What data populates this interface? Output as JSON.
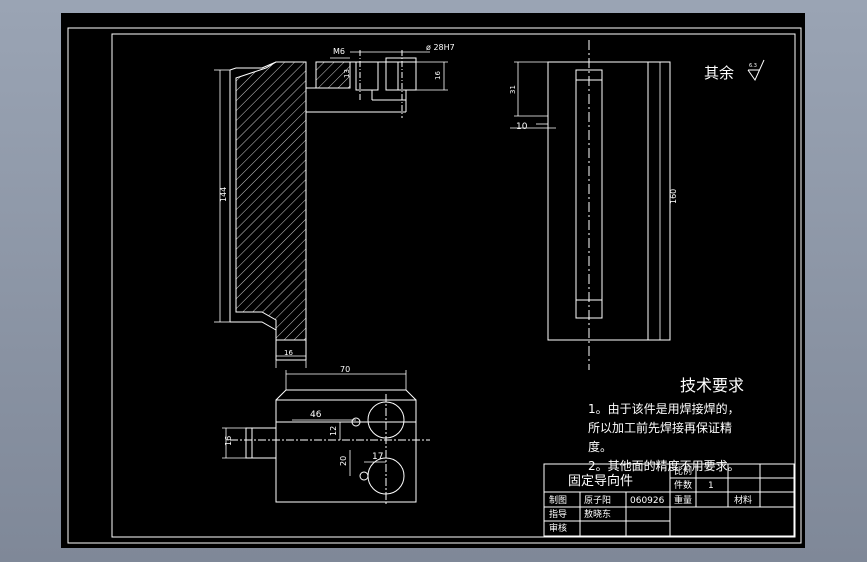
{
  "drawing": {
    "dimensions": {
      "m6": "M6",
      "hole": "ø 28H7",
      "d16_top": "16",
      "d13": "13",
      "d144": "144",
      "d16_bottom": "16",
      "d31": "31",
      "d10": "10",
      "d160": "160",
      "d70": "70",
      "d46": "46",
      "d12": "12",
      "d16_left": "16",
      "d20": "20",
      "d17": "17"
    },
    "surface_note": {
      "text": "其余",
      "roughness": "6.3"
    },
    "tech_requirements": {
      "title": "技术要求",
      "line1": "1。由于该件是用焊接焊的，",
      "line2": "所以加工前先焊接再保证精",
      "line3": "度。",
      "line4": "2。其他面的精度不用要求。"
    },
    "title_block": {
      "part_name": "固定导向件",
      "scale_label": "比例",
      "count_label": "件数",
      "count_value": "1",
      "weight_label": "重量",
      "material_label": "材料",
      "drawn_label": "制图",
      "drawn_name": "原子阳",
      "drawn_date": "060926",
      "guide_label": "指导",
      "guide_name": "敖晓东",
      "review_label": "审核"
    }
  },
  "colors": {
    "background": "#000000",
    "line": "#ffffff",
    "window": "#8e98a8"
  }
}
